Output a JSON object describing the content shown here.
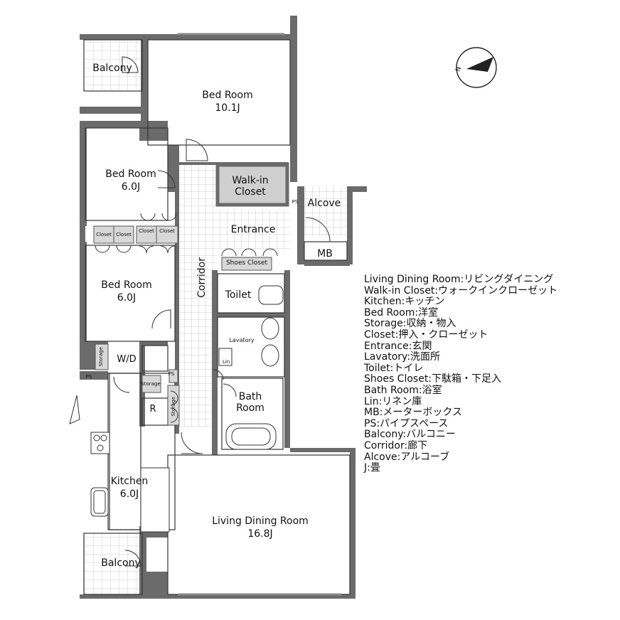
{
  "rooms": {
    "bedroom_main": {
      "name": "Bed Room",
      "size": "10.1J"
    },
    "bedroom_2": {
      "name": "Bed Room",
      "size": "6.0J"
    },
    "bedroom_3": {
      "name": "Bed Room",
      "size": "6.0J"
    },
    "walkin": {
      "line1": "Walk-in",
      "line2": "Closet"
    },
    "alcove": "Alcove",
    "entrance": "Entrance",
    "mb": "MB",
    "ps": "PS",
    "shoes_closet": "Shoes Closet",
    "corridor": "Corridor",
    "toilet": "Toilet",
    "lavatory": "Lavatory",
    "lin": "Lin",
    "bath": {
      "line1": "Bath",
      "line2": "Room"
    },
    "wd": "W/D",
    "storage": "Storage",
    "r": "R",
    "kitchen": {
      "name": "Kitchen",
      "size": "6.0J"
    },
    "living": {
      "name": "Living Dining Room",
      "size": "16.8J"
    },
    "balcony": "Balcony",
    "closet": "Closet"
  },
  "compass": {
    "letter": "N"
  },
  "legend": [
    "Living Dining Room:リビングダイニング",
    "Walk-in Closet:ウォークインクローゼット",
    "Kitchen:キッチン",
    "Bed Room:洋室",
    "Storage:収納・物入",
    "Closet:押入・クローゼット",
    "Entrance:玄関",
    "Lavatory:洗面所",
    "Toilet:トイレ",
    "Shoes Closet:下駄箱・下足入",
    "Bath Room:浴室",
    "Lin:リネン庫",
    "MB:メーターボックス",
    "PS:パイプスペース",
    "Balcony:バルコニー",
    "Corridor:廊下",
    "Alcove:アルコーブ",
    "J:畳"
  ],
  "colors": {
    "wall": "#6b6b6b",
    "tile": "#bcbcbc",
    "walkin_fill": "#cfcfcf",
    "closet_fill": "#d8d8d8"
  }
}
